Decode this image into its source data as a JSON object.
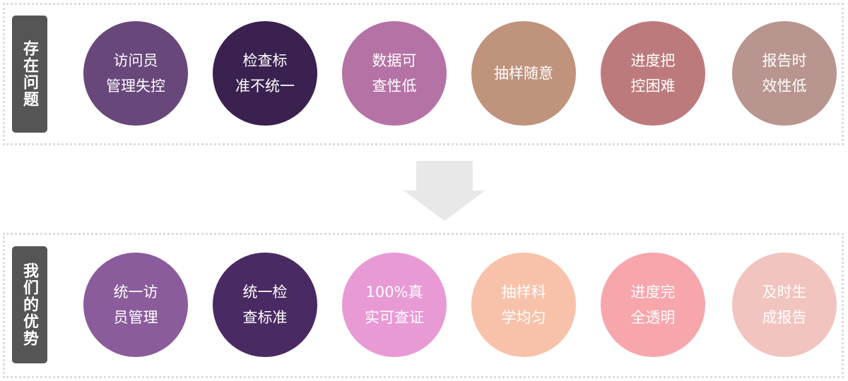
{
  "problems": {
    "label": "存在问题",
    "items": [
      {
        "lines": [
          "访问员",
          "管理失控"
        ],
        "color": "#68477a"
      },
      {
        "lines": [
          "检查标",
          "准不统一"
        ],
        "color": "#3a2150"
      },
      {
        "lines": [
          "数据可",
          "查性低"
        ],
        "color": "#b572a5"
      },
      {
        "lines": [
          "抽样随意"
        ],
        "color": "#c0937d"
      },
      {
        "lines": [
          "进度把",
          "控困难"
        ],
        "color": "#bd7a7c"
      },
      {
        "lines": [
          "报告时",
          "效性低"
        ],
        "color": "#b9958f"
      }
    ]
  },
  "advantages": {
    "label": "我们的优势",
    "items": [
      {
        "lines": [
          "统一访",
          "员管理"
        ],
        "color": "#8a5c9b"
      },
      {
        "lines": [
          "统一检",
          "查标准"
        ],
        "color": "#4a2a62"
      },
      {
        "lines": [
          "100%真",
          "实可查证"
        ],
        "color": "#e89ad5"
      },
      {
        "lines": [
          "抽样科",
          "学均匀"
        ],
        "color": "#f8c2aa"
      },
      {
        "lines": [
          "进度完",
          "全透明"
        ],
        "color": "#f7a6ac"
      },
      {
        "lines": [
          "及时生",
          "成报告"
        ],
        "color": "#f2c4bf"
      }
    ]
  },
  "arrow_color": "#e8e8e8"
}
